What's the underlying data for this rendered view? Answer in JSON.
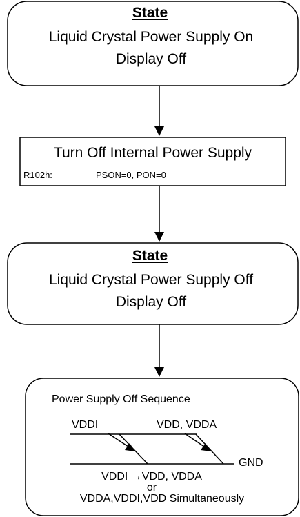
{
  "state1": {
    "title": "State",
    "line1": "Liquid Crystal Power Supply On",
    "line2": "Display Off"
  },
  "step": {
    "title": "Turn Off Internal Power Supply",
    "register": "R102h:",
    "setting": "PSON=0, PON=0"
  },
  "state2": {
    "title": "State",
    "line1": "Liquid Crystal Power Supply Off",
    "line2": "Display Off"
  },
  "sequence": {
    "title": "Power Supply Off Sequence",
    "label_vddi": "VDDI",
    "label_vdd_vdda": "VDD, VDDA",
    "label_gnd": "GND",
    "order_line": "VDDI →VDD, VDDA",
    "or_text": "or",
    "simultaneous_line": "VDDA,VDDI,VDD Simultaneously"
  }
}
